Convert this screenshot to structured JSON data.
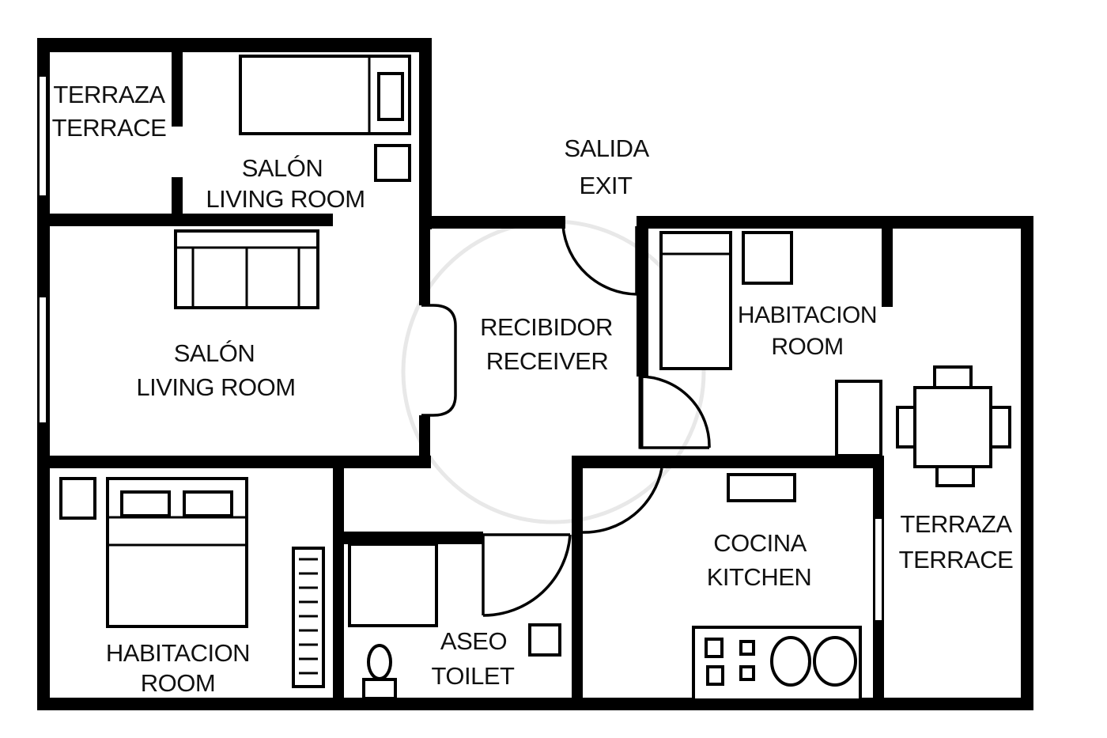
{
  "plan": {
    "colors": {
      "wall": "#000000",
      "background": "#ffffff",
      "text": "#111111",
      "watermark": "#e8e8e8"
    },
    "rooms": [
      {
        "id": "terrace-top-left",
        "es": "TERRAZA",
        "en": "TERRACE"
      },
      {
        "id": "living-room-top",
        "es": "SALÓN",
        "en": "LIVING ROOM"
      },
      {
        "id": "living-room-main",
        "es": "SALÓN",
        "en": "LIVING ROOM"
      },
      {
        "id": "exit",
        "es": "SALIDA",
        "en": "EXIT"
      },
      {
        "id": "receiver",
        "es": "RECIBIDOR",
        "en": "RECEIVER"
      },
      {
        "id": "bedroom-right",
        "es": "HABITACION",
        "en": "ROOM"
      },
      {
        "id": "bedroom-left",
        "es": "HABITACION",
        "en": "ROOM"
      },
      {
        "id": "toilet",
        "es": "ASEO",
        "en": "TOILET"
      },
      {
        "id": "kitchen",
        "es": "COCINA",
        "en": "KITCHEN"
      },
      {
        "id": "terrace-right",
        "es": "TERRAZA",
        "en": "TERRACE"
      }
    ]
  }
}
